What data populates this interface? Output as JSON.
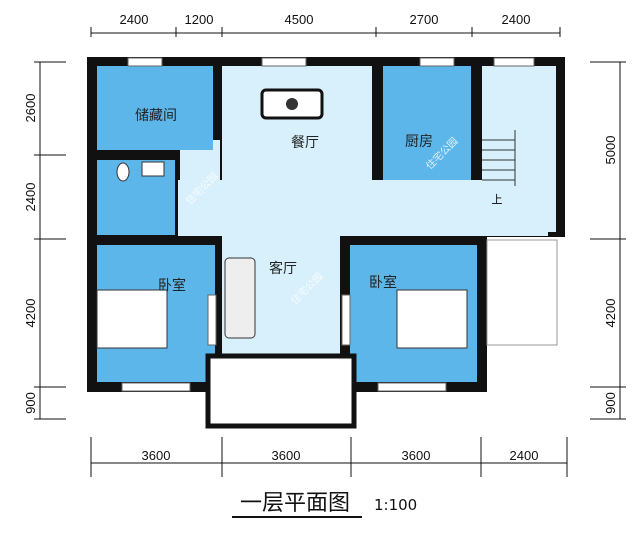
{
  "title": "一层平面图",
  "scale": "1:100",
  "dimensions": {
    "top": [
      "2400",
      "1200",
      "4500",
      "2700",
      "2400"
    ],
    "bottom": [
      "3600",
      "3600",
      "3600",
      "2400"
    ],
    "left": [
      "2600",
      "2400",
      "4200",
      "900"
    ],
    "right": [
      "5000",
      "4200",
      "900"
    ]
  },
  "rooms": {
    "storage": "储藏间",
    "dining": "餐厅",
    "kitchen": "厨房",
    "living": "客厅",
    "bedroom_left": "卧室",
    "bedroom_right": "卧室",
    "stair_up": "上"
  },
  "watermark": "住宅公园",
  "colors": {
    "room_blue": "#5cb6ea",
    "public_light": "#d7f0fb",
    "wall": "#111111"
  }
}
